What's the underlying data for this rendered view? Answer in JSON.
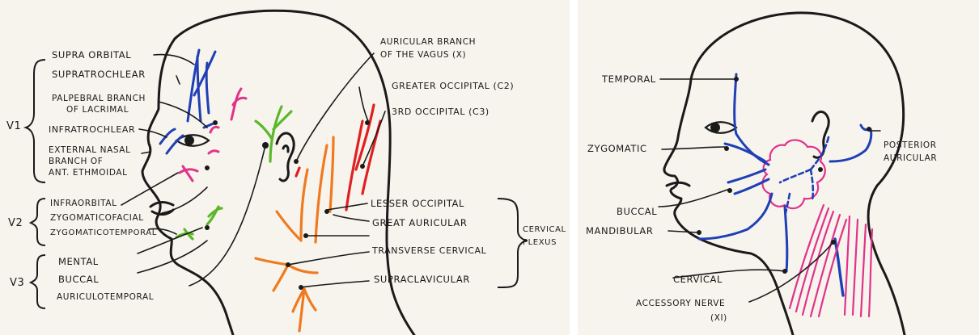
{
  "left_panel": {
    "v1_group": {
      "label": "V1",
      "supra_orbital": "SUPRA ORBITAL",
      "supratrochlear": "SUPRATROCHLEAR",
      "palpebral_1": "PALPEBRAL BRANCH",
      "palpebral_2": "OF LACRIMAL",
      "infratrochlear": "INFRATROCHLEAR",
      "ext_nasal_1": "EXTERNAL NASAL",
      "ext_nasal_2": "BRANCH OF",
      "ext_nasal_3": "ANT. ETHMOIDAL"
    },
    "v2_group": {
      "label": "V2",
      "infraorbital": "INFRAORBITAL",
      "zygomaticofacial": "ZYGOMATICOFACIAL",
      "zygomaticotemporal": "ZYGOMATICOTEMPORAL"
    },
    "v3_group": {
      "label": "V3",
      "mental": "MENTAL",
      "buccal": "BUCCAL",
      "auriculotemporal": "AURICULOTEMPORAL"
    },
    "auricular_vagus_1": "AURICULAR BRANCH",
    "auricular_vagus_2": "OF THE VAGUS (X)",
    "greater_occipital": "GREATER OCCIPITAL (C2)",
    "third_occipital": "3RD OCCIPITAL (C3)",
    "cervical_plexus": {
      "lesser_occipital": "LESSER OCCIPITAL",
      "great_auricular": "GREAT AURICULAR",
      "transverse_cervical": "TRANSVERSE CERVICAL",
      "supraclavicular": "SUPRACLAVICULAR",
      "group_label_1": "CERVICAL",
      "group_label_2": "PLEXUS"
    }
  },
  "right_panel": {
    "temporal": "TEMPORAL",
    "zygomatic": "ZYGOMATIC",
    "buccal": "BUCCAL",
    "mandibular": "MANDIBULAR",
    "cervical": "CERVICAL",
    "posterior_auricular_1": "POSTERIOR",
    "posterior_auricular_2": "AURICULAR",
    "accessory_1": "ACCESSORY NERVE",
    "accessory_2": "(XI)"
  },
  "colors": {
    "ink": "#1a1a1a",
    "blue": "#1f3fb5",
    "pink": "#e0338a",
    "green": "#5cb82a",
    "orange": "#f07a1e",
    "red": "#e02020",
    "paper": "#f7f4ee"
  }
}
